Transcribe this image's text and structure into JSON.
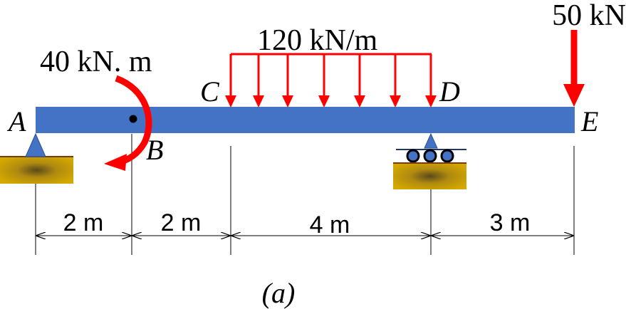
{
  "loads": {
    "moment_label": "40 kN. m",
    "distributed_label": "120 kN/m",
    "point_label": "50 kN"
  },
  "points": {
    "a": "A",
    "b": "B",
    "c": "C",
    "d": "D",
    "e": "E"
  },
  "dimensions": {
    "ab": "2 m",
    "bc": "2 m",
    "cd": "4 m",
    "de": "3 m"
  },
  "caption": "(a)",
  "colors": {
    "beam": "#4472C4",
    "load_arrow": "#FF0000",
    "support_ground": "#C8A000",
    "support_triangle": "#4472C4"
  }
}
